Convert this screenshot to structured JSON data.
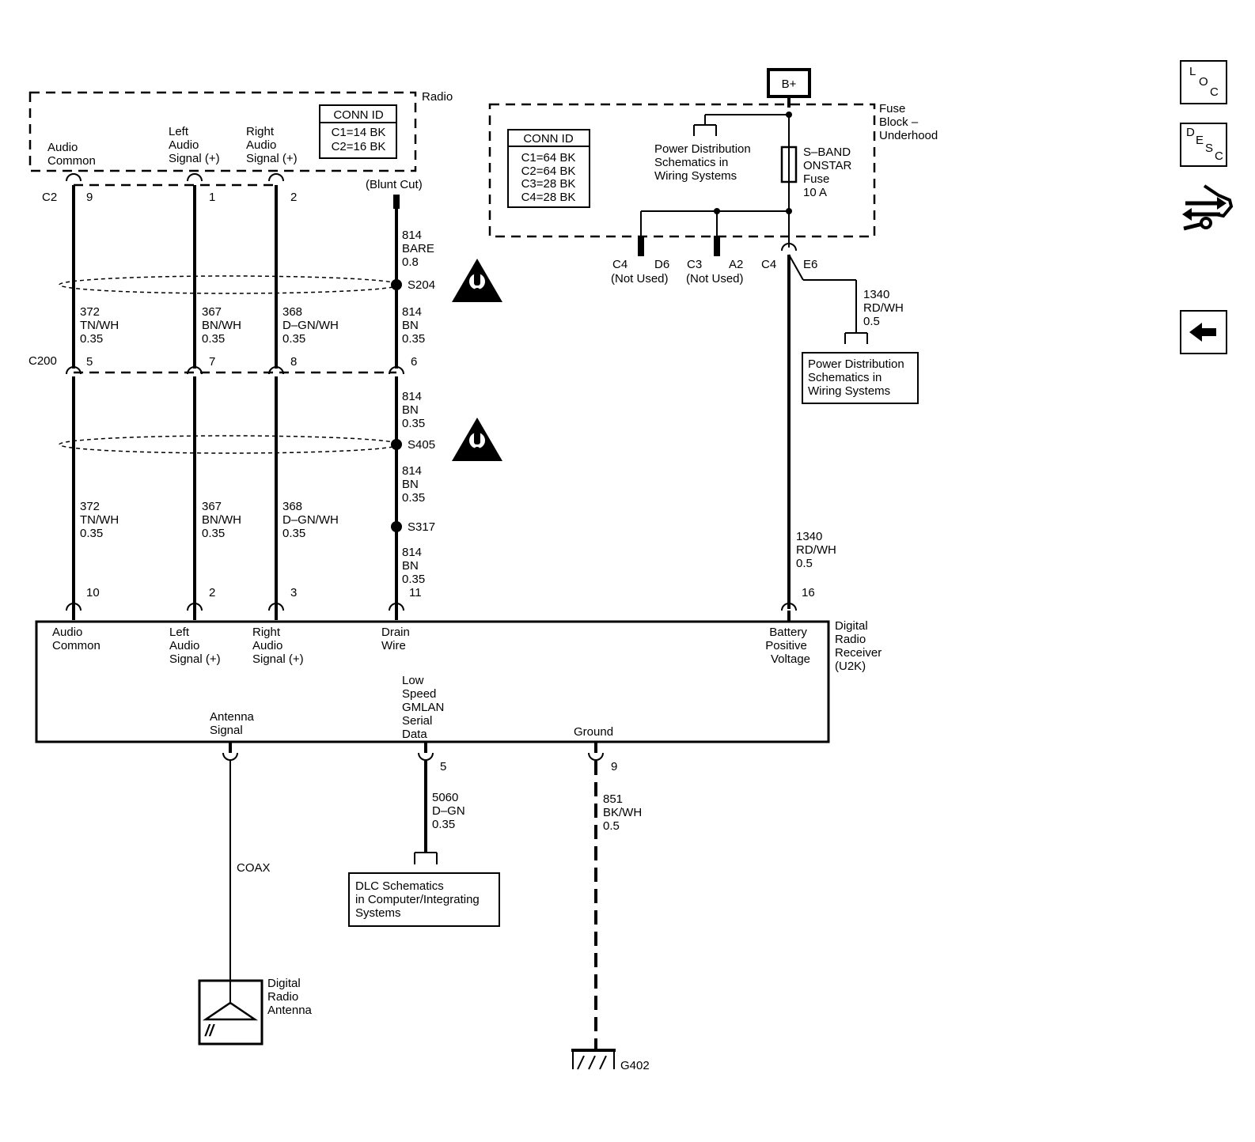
{
  "radio": {
    "label": "Radio",
    "conn_id_title": "CONN ID",
    "conn_c1": "C1=14 BK",
    "conn_c2": "C2=16 BK",
    "pin_audio_common": [
      "Audio",
      "Common"
    ],
    "pin_left": [
      "Left",
      "Audio",
      "Signal (+)"
    ],
    "pin_right": [
      "Right",
      "Audio",
      "Signal (+)"
    ],
    "connector": "C2",
    "pin_nums": [
      "9",
      "1",
      "2"
    ]
  },
  "blunt_cut": "(Blunt Cut)",
  "drain_top": [
    "814",
    "BARE",
    "0.8"
  ],
  "splices": {
    "s204": "S204",
    "s405": "S405",
    "s317": "S317"
  },
  "wires_upper": {
    "audio_common": [
      "372",
      "TN/WH",
      "0.35"
    ],
    "left": [
      "367",
      "BN/WH",
      "0.35"
    ],
    "right": [
      "368",
      "D–GN/WH",
      "0.35"
    ],
    "drain": [
      "814",
      "BN",
      "0.35"
    ]
  },
  "c200": {
    "label": "C200",
    "pins": [
      "5",
      "7",
      "8",
      "6"
    ]
  },
  "wires_lower": {
    "drain_a": [
      "814",
      "BN",
      "0.35"
    ],
    "drain_b": [
      "814",
      "BN",
      "0.35"
    ],
    "drain_c": [
      "814",
      "BN",
      "0.35"
    ],
    "audio_common": [
      "372",
      "TN/WH",
      "0.35"
    ],
    "left": [
      "367",
      "BN/WH",
      "0.35"
    ],
    "right": [
      "368",
      "D–GN/WH",
      "0.35"
    ]
  },
  "receiver": {
    "name": [
      "Digital",
      "Radio",
      "Receiver",
      "(U2K)"
    ],
    "top_pins": [
      "10",
      "2",
      "3",
      "11",
      "16"
    ],
    "lbl_audio_common": [
      "Audio",
      "Common"
    ],
    "lbl_left": [
      "Left",
      "Audio",
      "Signal (+)"
    ],
    "lbl_right": [
      "Right",
      "Audio",
      "Signal (+)"
    ],
    "lbl_drain": [
      "Drain",
      "Wire"
    ],
    "lbl_battery": [
      "Battery",
      "Positive",
      "Voltage"
    ],
    "lbl_antenna": [
      "Antenna",
      "Signal"
    ],
    "lbl_gmlan": [
      "Low",
      "Speed",
      "GMLAN",
      "Serial",
      "Data"
    ],
    "lbl_ground": [
      "Ground"
    ],
    "bottom_pins": [
      "5",
      "9"
    ]
  },
  "fuse_block": {
    "label": [
      "Fuse",
      "Block –",
      "Underhood"
    ],
    "bplus": "B+",
    "conn_id_title": "CONN ID",
    "conns": [
      "C1=64 BK",
      "C2=64 BK",
      "C3=28 BK",
      "C4=28 BK"
    ],
    "power_ref": [
      "Power Distribution",
      "Schematics in",
      "Wiring Systems"
    ],
    "fuse_label": [
      "S–BAND",
      "ONSTAR",
      "Fuse",
      "10 A"
    ],
    "c4_d6": [
      "C4",
      "D6",
      "(Not Used)"
    ],
    "c3_a2": [
      "C3",
      "A2",
      "(Not Used)"
    ],
    "c4_e6": [
      "C4",
      "E6"
    ]
  },
  "battery_wire_branch": [
    "1340",
    "RD/WH",
    "0.5"
  ],
  "battery_wire_main": [
    "1340",
    "RD/WH",
    "0.5"
  ],
  "power_ref_box": [
    "Power Distribution",
    "Schematics in",
    "Wiring Systems"
  ],
  "coax_label": "COAX",
  "gmlan_wire": [
    "5060",
    "D–GN",
    "0.35"
  ],
  "dlc_box": [
    "DLC Schematics",
    "in Computer/Integrating",
    "Systems"
  ],
  "ground_wire": [
    "851",
    "BK/WH",
    "0.5"
  ],
  "antenna_label": [
    "Digital",
    "Radio",
    "Antenna"
  ],
  "ground_label": "G402",
  "nav": {
    "loc_letters": [
      "L",
      "O",
      "C"
    ],
    "desc_letters": [
      "D",
      "E",
      "S",
      "C"
    ]
  },
  "icons": {
    "caution": "caution-triangle-icon",
    "flow": "schematic-flow-icon",
    "back": "back-arrow-icon"
  }
}
